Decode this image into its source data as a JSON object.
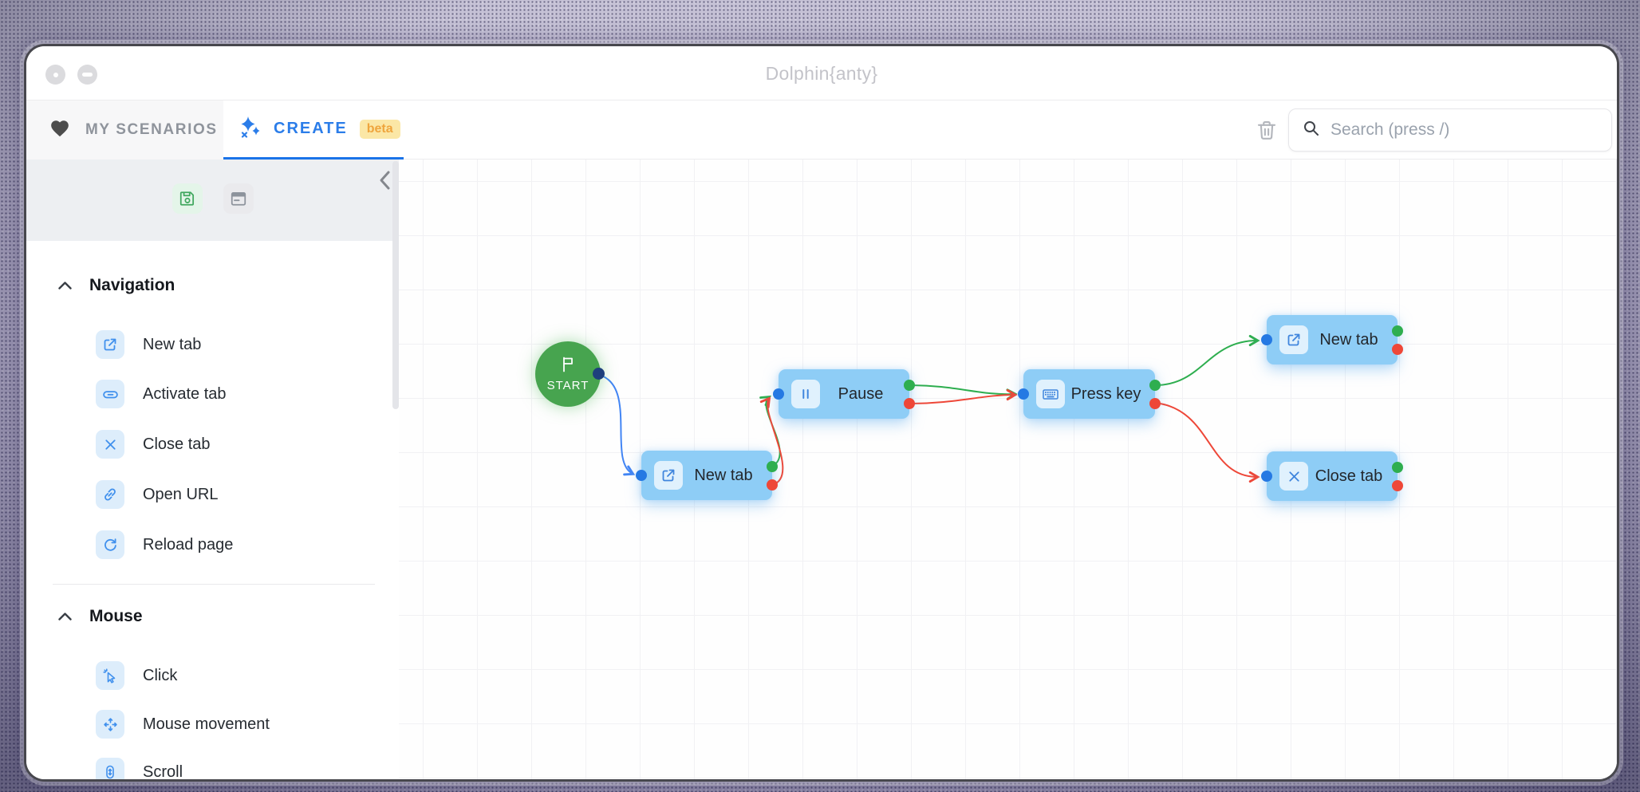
{
  "window": {
    "title": "Dolphin{anty}"
  },
  "tabbar": {
    "my_scenarios": "MY SCENARIOS",
    "create": "CREATE",
    "beta": "beta",
    "search_placeholder": "Search (press /)"
  },
  "sidebar": {
    "sections": [
      {
        "title": "Navigation",
        "items": [
          {
            "label": "New tab",
            "icon": "new-tab-icon"
          },
          {
            "label": "Activate tab",
            "icon": "activate-tab-icon"
          },
          {
            "label": "Close tab",
            "icon": "close-tab-icon"
          },
          {
            "label": "Open URL",
            "icon": "open-url-icon"
          },
          {
            "label": "Reload page",
            "icon": "reload-page-icon"
          }
        ]
      },
      {
        "title": "Mouse",
        "items": [
          {
            "label": "Click",
            "icon": "click-icon"
          },
          {
            "label": "Mouse movement",
            "icon": "mouse-movement-icon"
          },
          {
            "label": "Scroll",
            "icon": "scroll-icon"
          }
        ]
      }
    ]
  },
  "canvas": {
    "start": {
      "label": "START"
    },
    "nodes": [
      {
        "label": "New tab",
        "icon": "new-tab-icon"
      },
      {
        "label": "Pause",
        "icon": "pause-icon"
      },
      {
        "label": "Press key",
        "icon": "keyboard-icon"
      },
      {
        "label": "New tab",
        "icon": "new-tab-icon"
      },
      {
        "label": "Close tab",
        "icon": "close-tab-icon"
      }
    ]
  },
  "colors": {
    "accent_blue": "#2b7de9",
    "node_fill": "#8ecdf6",
    "success_green": "#2eae4f",
    "error_red": "#ee4738",
    "start_green": "#47a44f",
    "edge_blue": "#4285f4",
    "input_port_blue": "#2579e3",
    "start_port_navy": "#1e3f7d",
    "beta_bg": "#fbe7a6",
    "beta_text": "#efa53d"
  }
}
